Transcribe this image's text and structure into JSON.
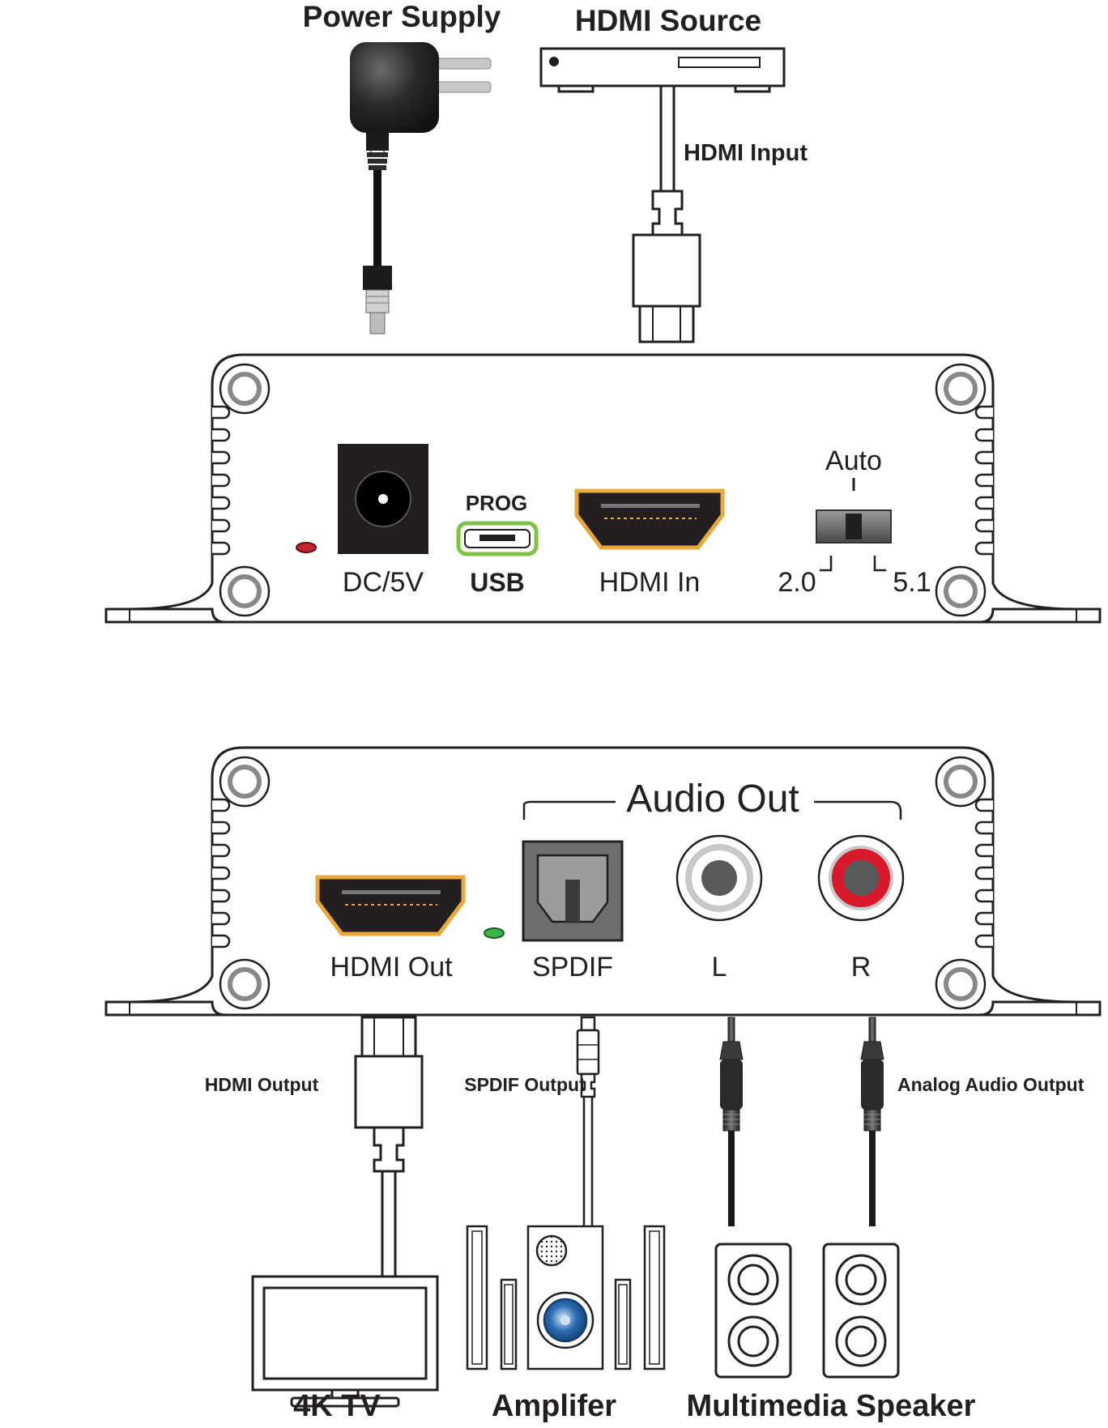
{
  "top_labels": {
    "power_supply": "Power Supply",
    "hdmi_source": "HDMI Source",
    "hdmi_input": "HDMI Input"
  },
  "input_panel": {
    "dc_label": "DC/5V",
    "prog_label": "PROG",
    "usb_label": "USB",
    "hdmi_in_label": "HDMI In",
    "auto_label": "Auto",
    "mode_20_label": "2.0",
    "mode_51_label": "5.1"
  },
  "output_panel": {
    "audio_out_label": "Audio Out",
    "hdmi_out_label": "HDMI Out",
    "spdif_label": "SPDIF",
    "left_label": "L",
    "right_label": "R"
  },
  "output_labels": {
    "hdmi_output": "HDMI Output",
    "spdif_output": "SPDIF Output",
    "analog_audio_output": "Analog Audio Output"
  },
  "devices": {
    "tv": "4K TV",
    "amplifier": "Amplifer",
    "speaker": "Multimedia Speaker"
  },
  "colors": {
    "outline": "#231f20",
    "hdmi_port_ring": "#e8a93a",
    "usb_port_ring": "#7dc242",
    "power_led": "#c1272d",
    "signal_led": "#39b54a",
    "rca_right": "#d7192b",
    "amp_speaker": "#2e6fb5"
  },
  "icons": [
    "power-adapter-icon",
    "hdmi-source-icon",
    "hdmi-connector-icon",
    "spdif-plug-icon",
    "audio-jack-icon",
    "tv-icon",
    "amplifier-icon",
    "speaker-icon"
  ]
}
